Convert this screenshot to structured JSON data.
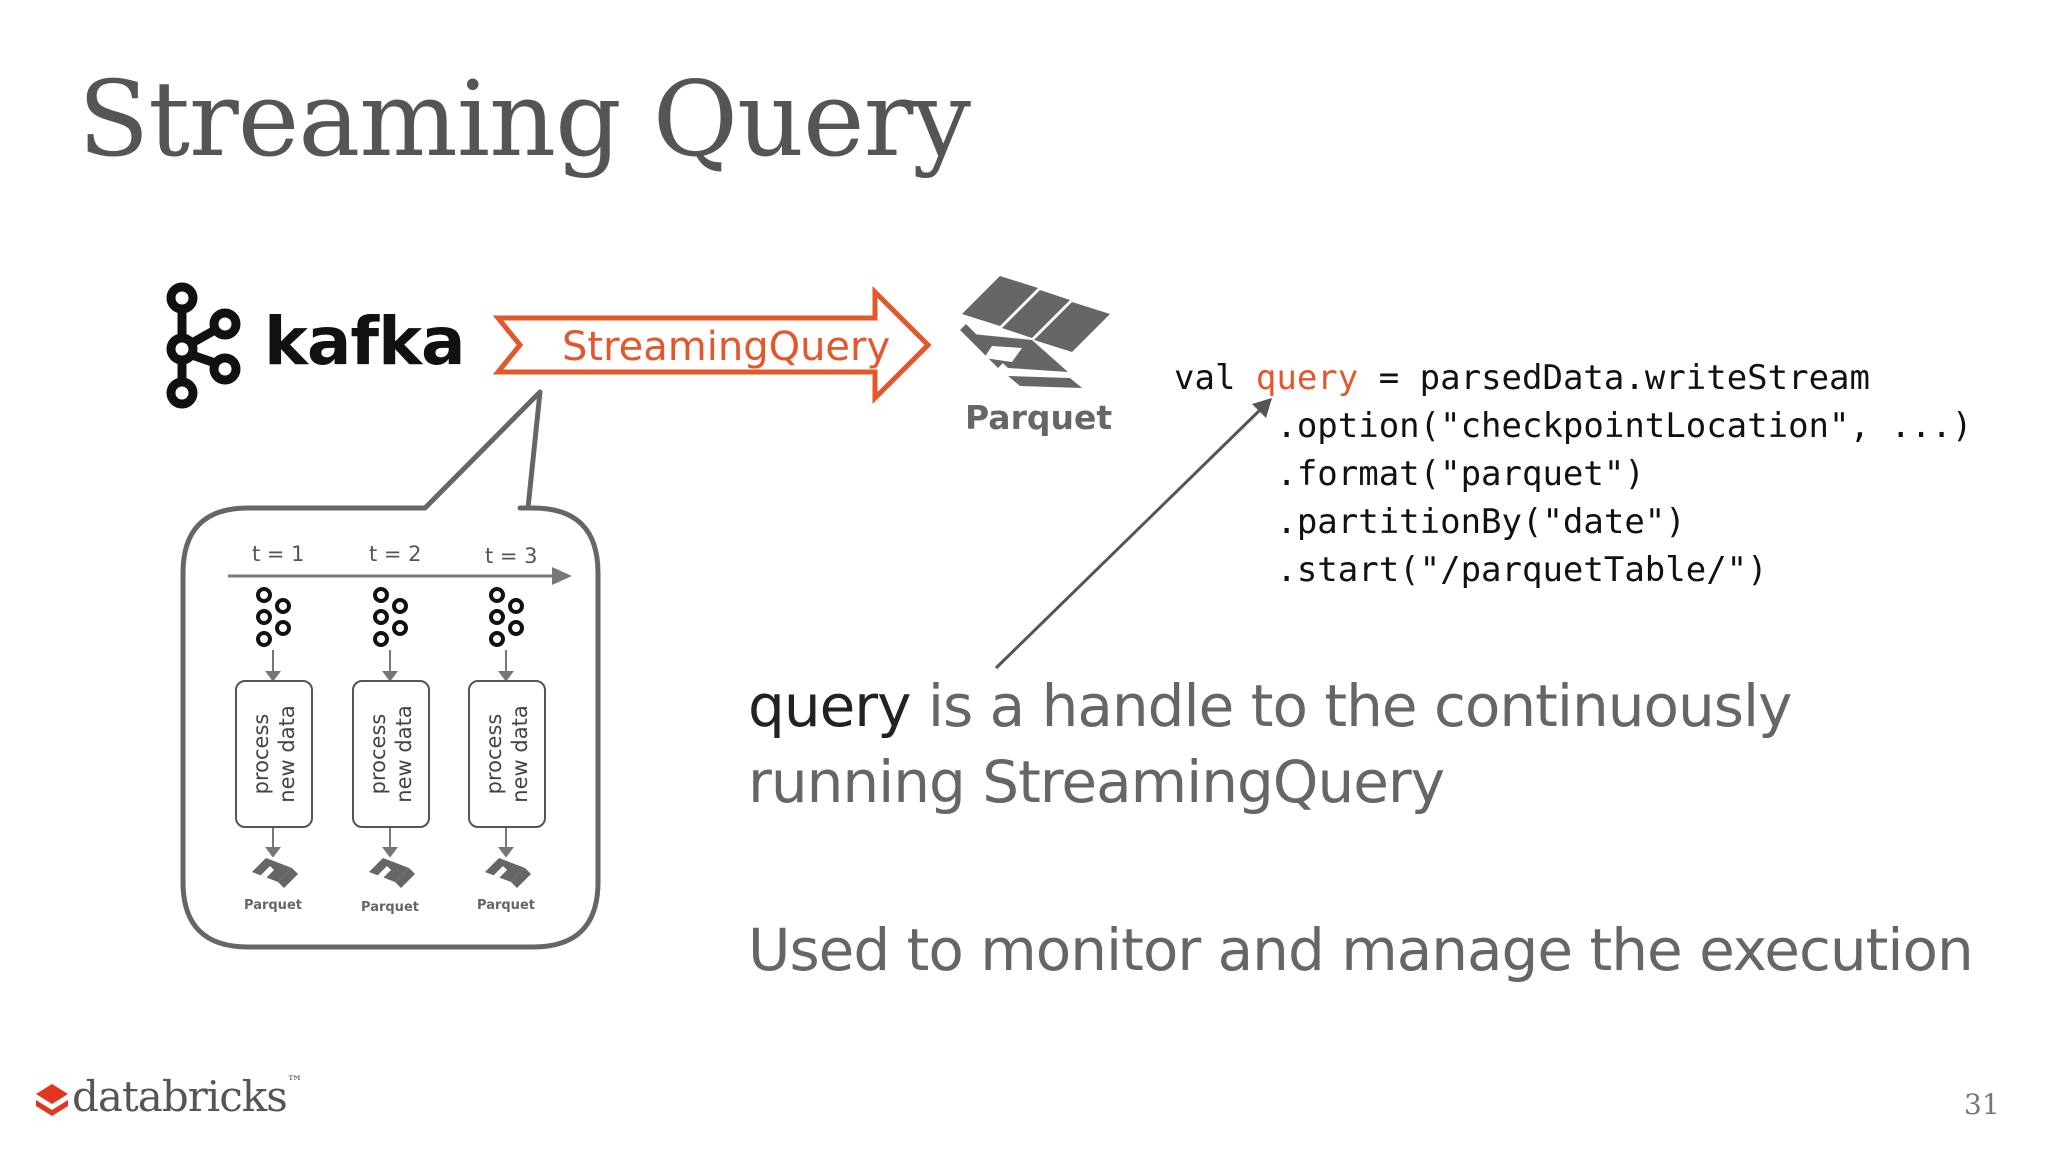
{
  "slide": {
    "title": "Streaming Query",
    "page_number": "31"
  },
  "logos": {
    "kafka": "kafka",
    "parquet": "Parquet",
    "databricks": "databricks",
    "databricks_tm": "™"
  },
  "arrow": {
    "label": "StreamingQuery",
    "color": "#e2572b"
  },
  "code": {
    "line1_prefix": "val ",
    "line1_keyword": "query",
    "line1_suffix": " = parsedData.writeStream",
    "line2": "     .option(\"checkpointLocation\", ...)",
    "line3": "     .format(\"parquet\")",
    "line4": "     .partitionBy(\"date\")",
    "line5": "     .start(\"/parquetTable/\")"
  },
  "description": {
    "line1_highlight": "query",
    "line1_rest": " is a handle to the continuously",
    "line2": "running StreamingQuery",
    "line3": "Used to monitor and manage the execution"
  },
  "bubble": {
    "times": [
      "t = 1",
      "t = 2",
      "t = 3"
    ],
    "process_line1": "process",
    "process_line2": "new data",
    "parquet_label": "Parquet"
  }
}
